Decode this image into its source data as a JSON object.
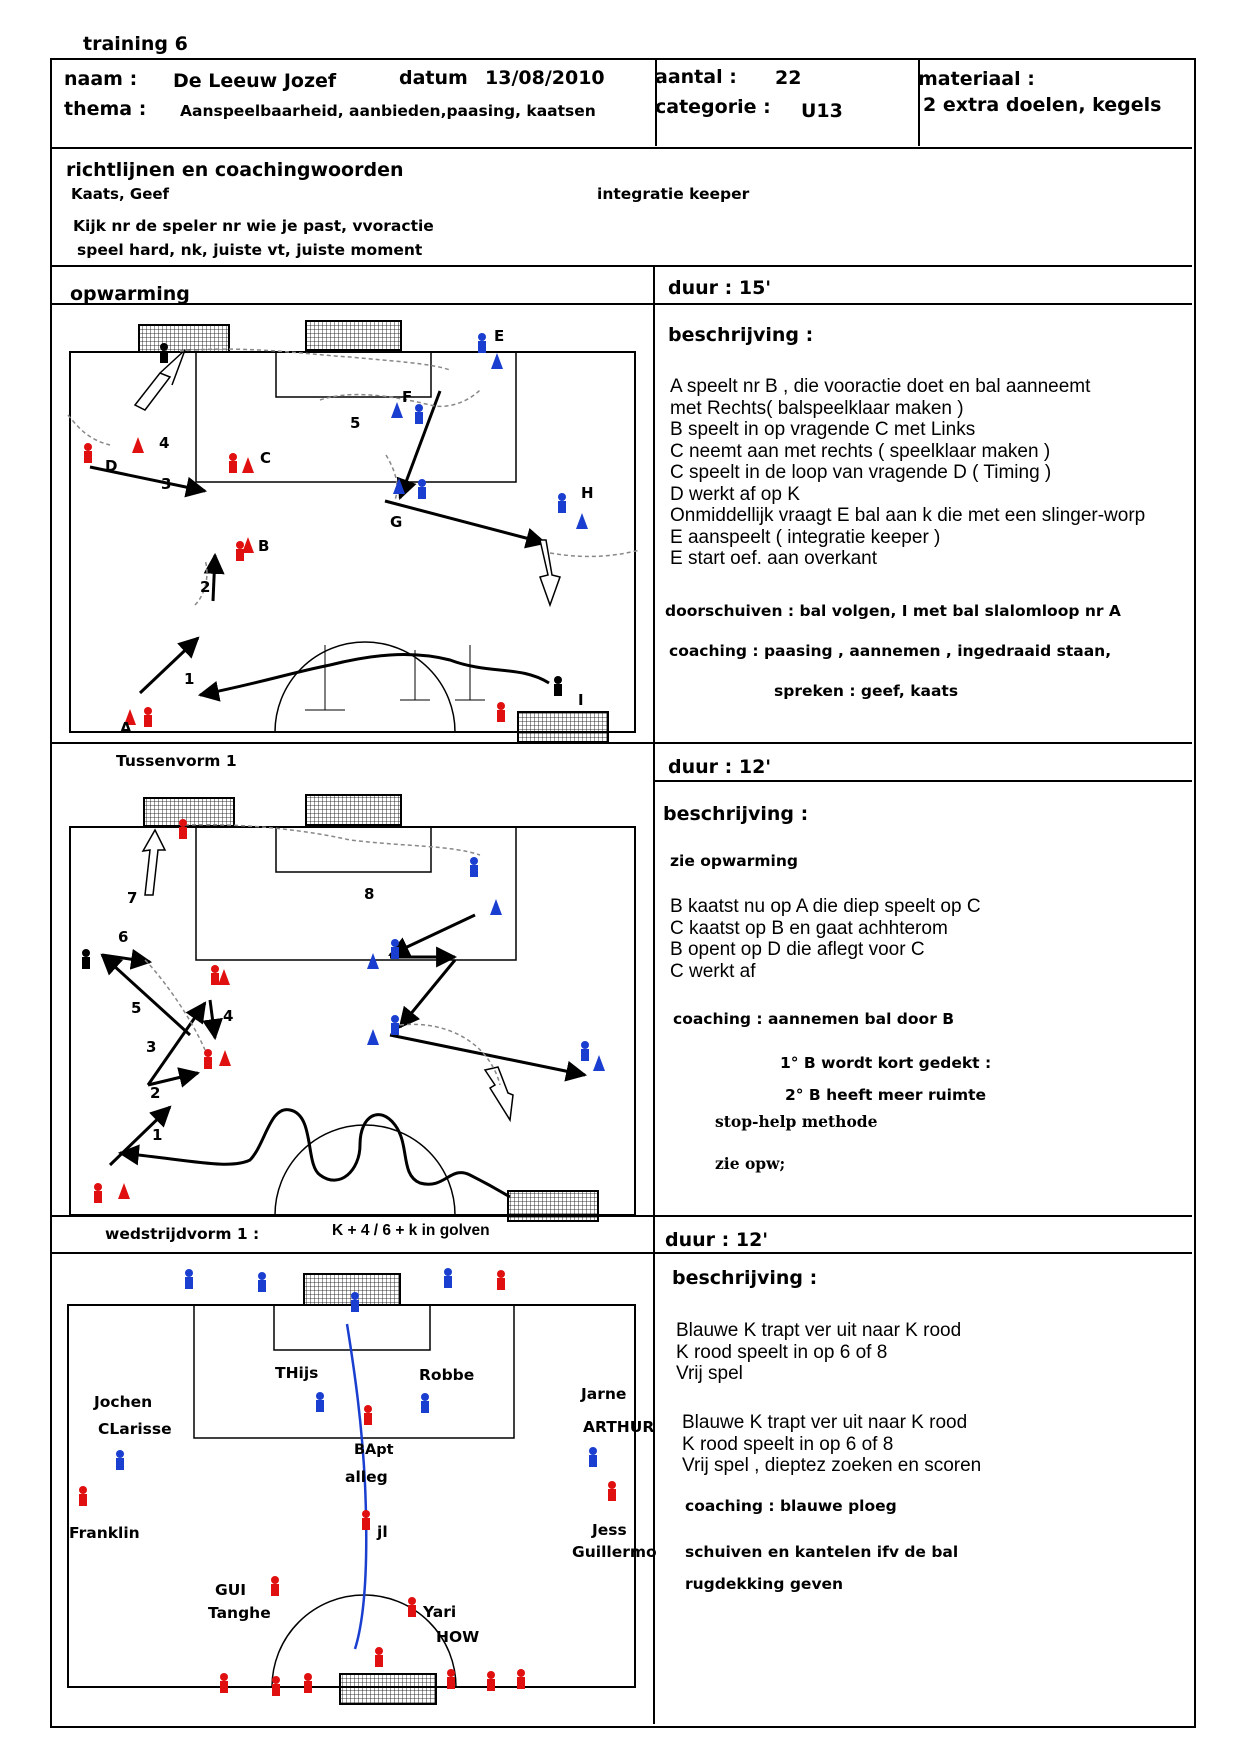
{
  "doc_title": "training 6",
  "header": {
    "naam_label": "naam :",
    "naam_value": "De Leeuw Jozef",
    "datum_label": "datum",
    "datum_value": "13/08/2010",
    "thema_label": "thema :",
    "thema_value": "Aanspeelbaarheid, aanbieden,paasing, kaatsen",
    "aantal_label": "aantal :",
    "aantal_value": "22",
    "categorie_label": "categorie :",
    "categorie_value": "U13",
    "materiaal_label": "materiaal :",
    "materiaal_value": "2 extra doelen, kegels"
  },
  "guidelines": {
    "title": "richtlijnen en coachingwoorden",
    "line1": "Kaats, Geef",
    "line1_right": "integratie keeper",
    "line2": "Kijk nr de speler nr wie je past, vvoractie",
    "line3": "speel hard, nk, juiste vt, juiste moment"
  },
  "section1": {
    "title": "opwarming",
    "duration": "duur : 15'",
    "desc_title": "beschrijving :",
    "desc_lines": [
      "A speelt nr B , die vooractie doet en bal aanneemt",
      "met Rechts( balspeelklaar maken )",
      "B speelt in op vragende C met Links",
      "C neemt aan met rechts ( speelklaar maken )",
      "C speelt in de loop van vragende D ( Timing )",
      "D werkt af op K",
      "Onmiddellijk vraagt E bal aan k die met een slinger-worp",
      "E aanspeelt ( integratie keeper )",
      "E start oef. aan overkant"
    ],
    "doorschuiven": "doorschuiven : bal volgen, I met bal slalomloop nr A",
    "coaching": "coaching : paasing , aannemen , ingedraaid staan,",
    "spreken": "spreken : geef, kaats",
    "labels": {
      "A": "A",
      "B": "B",
      "C": "C",
      "D": "D",
      "E": "E",
      "F": "F",
      "G": "G",
      "H": "H",
      "I": "I",
      "n1": "1",
      "n2": "2",
      "n3": "3",
      "n4": "4",
      "n5": "5"
    }
  },
  "section2": {
    "title": "Tussenvorm 1",
    "duration": "duur : 12'",
    "desc_title": "beschrijving :",
    "zie": "zie opwarming",
    "desc_lines": [
      "B kaatst nu op A die diep speelt op C",
      "C kaatst op B en gaat achhterom",
      "B opent op D die aflegt voor C",
      "C werkt af"
    ],
    "coaching": "coaching : aannemen bal door B",
    "c1": "1° B wordt kort gedekt :",
    "c2": "2° B heeft meer ruimte",
    "stophelp": "stop-help methode",
    "zieopw": "zie opw;",
    "labels": {
      "n1": "1",
      "n2": "2",
      "n3": "3",
      "n4": "4",
      "n5": "5",
      "n6": "6",
      "n7": "7",
      "n8": "8"
    }
  },
  "section3": {
    "title": "wedstrijdvorm 1 :",
    "subtitle": "K + 4 / 6 + k in golven",
    "duration": "duur : 12'",
    "desc_title": "beschrijving :",
    "block1": [
      "Blauwe K trapt ver uit naar K rood",
      "K rood speelt in op 6 of 8",
      "Vrij spel"
    ],
    "block2": [
      "Blauwe K trapt ver uit naar K rood",
      "K rood speelt in op 6 of 8",
      "Vrij spel , dieptez zoeken en scoren"
    ],
    "coaching": "coaching : blauwe ploeg",
    "c1": "schuiven en kantelen ifv de bal",
    "c2": "rugdekking geven",
    "names": {
      "thijs": "THijs",
      "robbe": "Robbe",
      "jochen": "Jochen",
      "clarisse": "CLarisse",
      "jarne": "Jarne",
      "arthur": "ARTHUR",
      "bapt": "BApt",
      "alleg": "alleg",
      "franklin": "Franklin",
      "jl": "jl",
      "jess": "Jess",
      "guillermo": "Guillermo",
      "gui": "GUI",
      "tanghe": "Tanghe",
      "yari": "Yari",
      "how": "HOW"
    }
  },
  "colors": {
    "red": "#e01010",
    "blue": "#1a3fd0",
    "line": "#000000"
  }
}
